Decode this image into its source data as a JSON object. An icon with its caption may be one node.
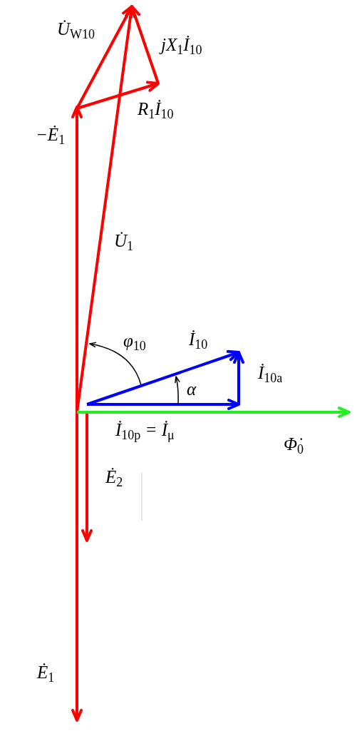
{
  "diagram": {
    "labels": [
      "U̇$_{W10}$",
      "jX$_{1}$İ$_{10}$",
      "R$_{1}$İ$_{10}$",
      "−Ė$_{1}$",
      "U̇$_{1}$",
      "φ$_{10}$",
      "İ$_{10}$",
      "α",
      "İ$_{10a}$",
      "İ$_{10p}$ = İ$_{μ}$",
      "Φ̇$_{0}$",
      "Ė$_{2}$",
      "Ė$_{1}$"
    ]
  }
}
